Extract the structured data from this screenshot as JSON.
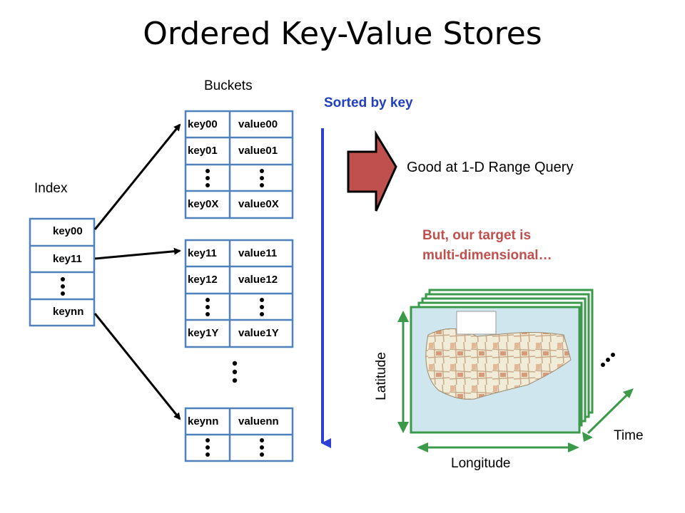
{
  "title": "Ordered Key-Value Stores",
  "labels": {
    "buckets": "Buckets",
    "index": "Index",
    "sorted": "Sorted by key",
    "range_query": "Good at 1-D Range Query",
    "but_line1": "But, our target is",
    "but_line2": "multi-dimensional…",
    "latitude": "Latitude",
    "longitude": "Longitude",
    "time": "Time"
  },
  "index": {
    "items": [
      "key00",
      "key11",
      "keynn"
    ]
  },
  "bucket1": {
    "rows": [
      {
        "key": "key00",
        "value": "value00"
      },
      {
        "key": "key01",
        "value": "value01"
      },
      {
        "key": "key0X",
        "value": "value0X"
      }
    ]
  },
  "bucket2": {
    "rows": [
      {
        "key": "key11",
        "value": "value11"
      },
      {
        "key": "key12",
        "value": "value12"
      },
      {
        "key": "key1Y",
        "value": "value1Y"
      }
    ]
  },
  "bucket3": {
    "rows": [
      {
        "key": "keynn",
        "value": "valuenn"
      }
    ]
  },
  "colors": {
    "cell_border": "#4f81bd",
    "sorted_text": "#1f3fbf",
    "sorted_arrow": "#2e3fd6",
    "block_arrow": "#c0504d",
    "but_text": "#c0504d",
    "map_border": "#3a9a4a"
  }
}
